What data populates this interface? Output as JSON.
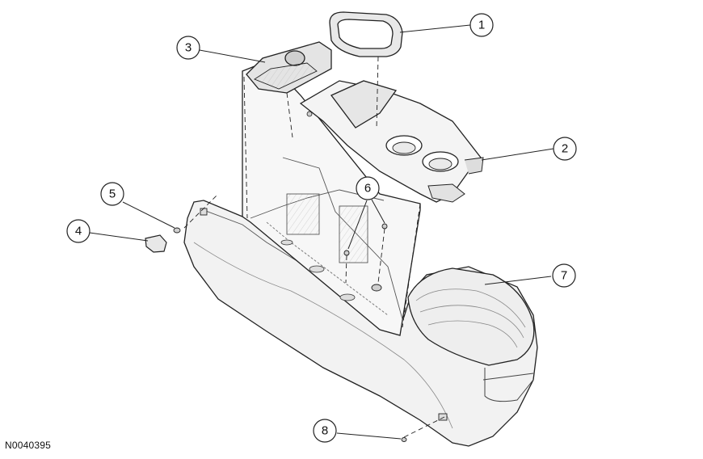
{
  "figure_id": "N0040395",
  "callouts": [
    {
      "id": "callout-1",
      "label": "1"
    },
    {
      "id": "callout-2",
      "label": "2"
    },
    {
      "id": "callout-3",
      "label": "3"
    },
    {
      "id": "callout-4",
      "label": "4"
    },
    {
      "id": "callout-5",
      "label": "5"
    },
    {
      "id": "callout-6",
      "label": "6"
    },
    {
      "id": "callout-7",
      "label": "7"
    },
    {
      "id": "callout-8",
      "label": "8"
    }
  ]
}
